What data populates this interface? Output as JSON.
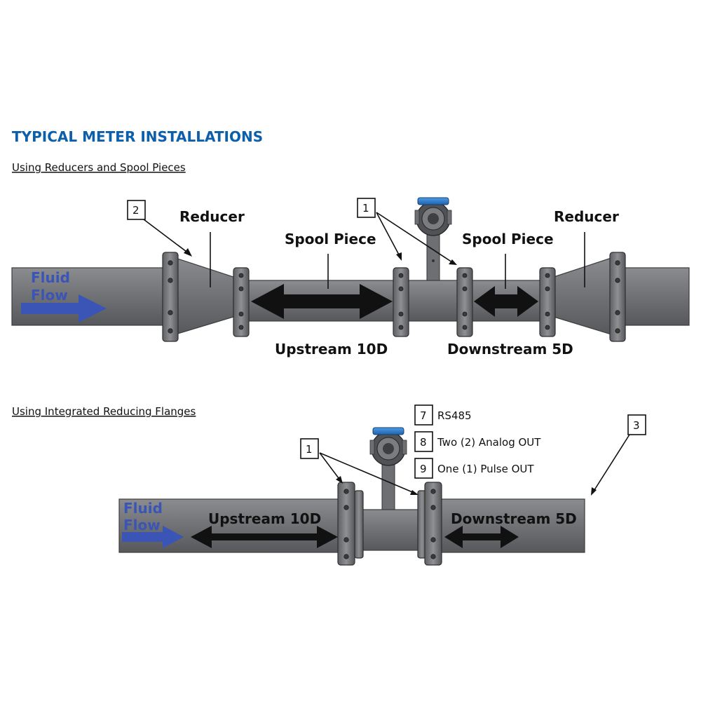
{
  "title": "TYPICAL METER INSTALLATIONS",
  "section1": {
    "subtitle": "Using Reducers and Spool Pieces",
    "fluid_flow_line1": "Fluid",
    "fluid_flow_line2": "Flow",
    "reducer_left": "Reducer",
    "reducer_right": "Reducer",
    "spool_left": "Spool Piece",
    "spool_right": "Spool Piece",
    "upstream": "Upstream 10D",
    "downstream": "Downstream 5D",
    "callout_reducer": "2",
    "callout_meter": "1"
  },
  "section2": {
    "subtitle": "Using Integrated Reducing Flanges",
    "fluid_flow_line1": "Fluid",
    "fluid_flow_line2": "Flow",
    "upstream": "Upstream 10D",
    "downstream": "Downstream 5D",
    "callout_meter": "1",
    "callout_pipe": "3",
    "features": [
      {
        "num": "7",
        "label": "RS485"
      },
      {
        "num": "8",
        "label": "Two (2) Analog OUT"
      },
      {
        "num": "9",
        "label": "One (1) Pulse OUT"
      }
    ]
  },
  "colors": {
    "title": "#0b5fab",
    "pipe": "#6f7174",
    "flow_arrow": "#3a55b5",
    "transmitter_cap": "#2f7fd0"
  },
  "icons": [
    "flow-arrow-icon",
    "double-arrow-icon",
    "transmitter-icon"
  ]
}
